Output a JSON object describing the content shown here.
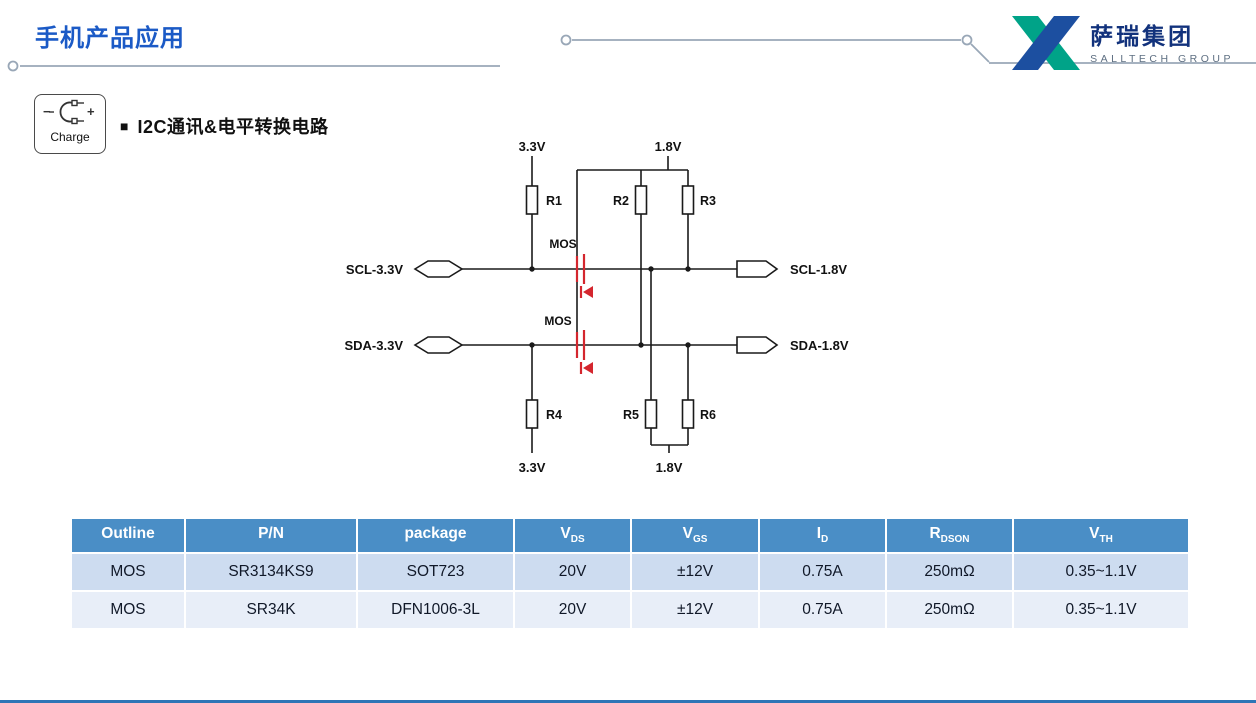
{
  "page": {
    "title": "手机产品应用"
  },
  "logo": {
    "company": "萨瑞集团",
    "subtitle": "SALLTECH GROUP",
    "teal": "#00a388",
    "navy": "#1c4fa0"
  },
  "charge_badge": {
    "label": "Charge",
    "minus": "−",
    "plus": "+"
  },
  "section": {
    "bullet": "■",
    "title": "I2C通讯&电平转换电路"
  },
  "circuit": {
    "rails": {
      "top_left": "3.3V",
      "top_right": "1.8V",
      "bottom_left": "3.3V",
      "bottom_right": "1.8V"
    },
    "signals": {
      "scl_left": "SCL-3.3V",
      "scl_right": "SCL-1.8V",
      "sda_left": "SDA-3.3V",
      "sda_right": "SDA-1.8V"
    },
    "components": {
      "r1": "R1",
      "r2": "R2",
      "r3": "R3",
      "r4": "R4",
      "r5": "R5",
      "r6": "R6",
      "mos1": "MOS",
      "mos2": "MOS"
    },
    "colors": {
      "wire": "#1a1a1a",
      "mos": "#d4262e"
    }
  },
  "table": {
    "colors": {
      "header_bg": "#4a8ec6",
      "row1_bg": "#cddcf0",
      "row2_bg": "#e8eef8",
      "header_text": "#ffffff"
    },
    "headers": [
      {
        "text": "Outline",
        "sub": ""
      },
      {
        "text": "P/N",
        "sub": ""
      },
      {
        "text": "package",
        "sub": ""
      },
      {
        "text": "V",
        "sub": "DS"
      },
      {
        "text": "V",
        "sub": "GS"
      },
      {
        "text": "I",
        "sub": "D"
      },
      {
        "text": "R",
        "sub": "DSON"
      },
      {
        "text": "V",
        "sub": "TH"
      }
    ],
    "rows": [
      [
        "MOS",
        "SR3134KS9",
        "SOT723",
        "20V",
        "±12V",
        "0.75A",
        "250mΩ",
        "0.35~1.1V"
      ],
      [
        "MOS",
        "SR34K",
        "DFN1006-3L",
        "20V",
        "±12V",
        "0.75A",
        "250mΩ",
        "0.35~1.1V"
      ]
    ]
  }
}
